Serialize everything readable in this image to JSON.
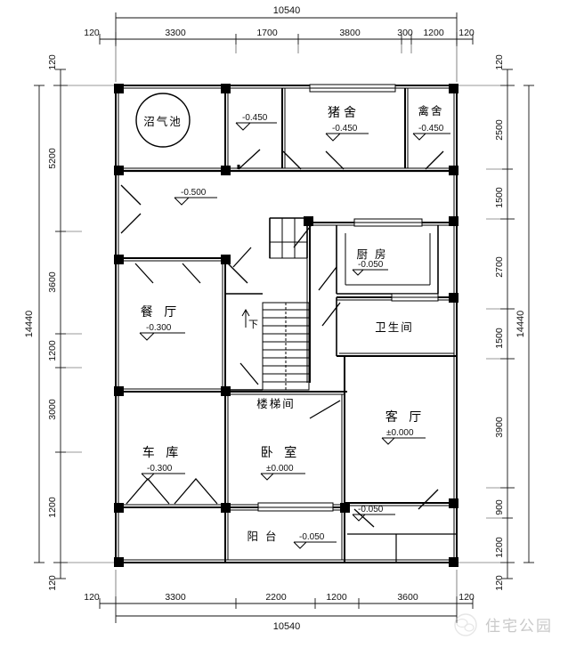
{
  "drawing": {
    "type": "architectural-floor-plan",
    "total_width_mm": 10540,
    "total_height_mm": 14440,
    "units": "mm"
  },
  "dimensions": {
    "top": {
      "overall": "10540",
      "chain": [
        "120",
        "3300",
        "1700",
        "3800",
        "300",
        "1200",
        "120"
      ]
    },
    "bottom": {
      "overall": "10540",
      "chain": [
        "120",
        "3300",
        "2200",
        "1200",
        "3600",
        "120"
      ]
    },
    "left": {
      "overall": "14440",
      "chain": [
        "120",
        "5200",
        "3600",
        "1200",
        "3000",
        "1200",
        "120"
      ]
    },
    "right": {
      "overall": "14440",
      "chain": [
        "120",
        "2500",
        "1500",
        "2700",
        "1500",
        "3900",
        "900",
        "1200",
        "120"
      ]
    }
  },
  "rooms": [
    {
      "id": "biogas",
      "name": "沼气池",
      "elevation": ""
    },
    {
      "id": "store",
      "name": "",
      "elevation": "-0.450"
    },
    {
      "id": "pigsty",
      "name": "猪舍",
      "elevation": "-0.450"
    },
    {
      "id": "poultry",
      "name": "禽舍",
      "elevation": "-0.450"
    },
    {
      "id": "courtyard",
      "name": "",
      "elevation": "-0.500"
    },
    {
      "id": "dining",
      "name": "餐 厅",
      "elevation": "-0.300"
    },
    {
      "id": "kitchen",
      "name": "厨 房",
      "elevation": "-0.050"
    },
    {
      "id": "bathroom",
      "name": "卫生间",
      "elevation": ""
    },
    {
      "id": "stairwell",
      "name": "楼梯间",
      "elevation": ""
    },
    {
      "id": "living",
      "name": "客 厅",
      "elevation": "±0.000"
    },
    {
      "id": "bedroom",
      "name": "卧 室",
      "elevation": "±0.000"
    },
    {
      "id": "garage",
      "name": "车 库",
      "elevation": "-0.300"
    },
    {
      "id": "balcony",
      "name": "阳 台",
      "elevation": "-0.050"
    },
    {
      "id": "terrace",
      "name": "",
      "elevation": "-0.050"
    }
  ],
  "annotations": {
    "stair_direction": "下"
  },
  "watermark": {
    "text": "住宅公园"
  },
  "colors": {
    "line": "#000000",
    "wall_fill": "#000000",
    "background": "#ffffff",
    "watermark": "#c9c9c9"
  }
}
